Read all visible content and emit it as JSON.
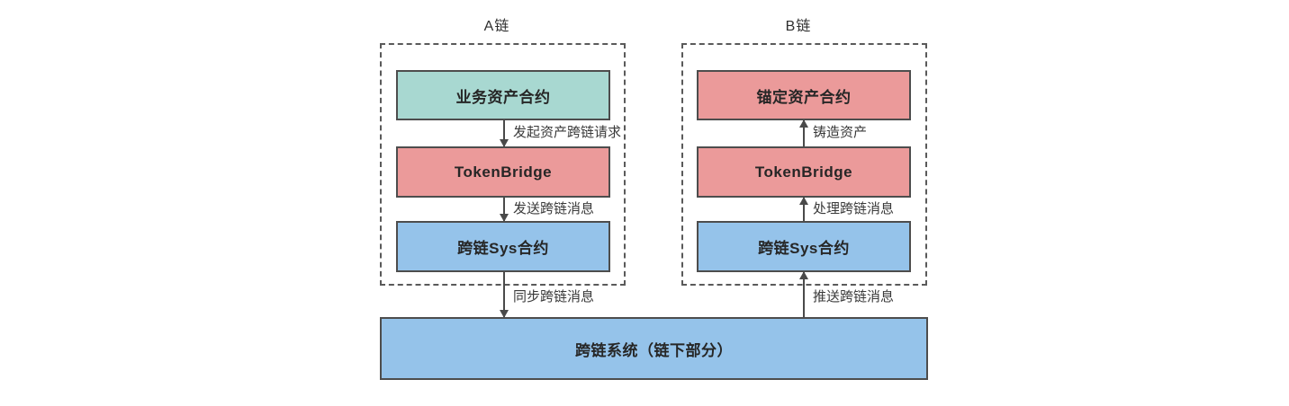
{
  "diagram": {
    "chain_a": {
      "title": "A链",
      "nodes": [
        {
          "id": "business-asset-contract",
          "label": "业务资产合约",
          "fill": "#a8d8d1"
        },
        {
          "id": "token-bridge",
          "label": "TokenBridge",
          "fill": "#eb9a9a"
        },
        {
          "id": "crosschain-sys-contract",
          "label": "跨链Sys合约",
          "fill": "#95c3ea"
        }
      ],
      "arrow_labels": [
        "发起资产跨链请求",
        "发送跨链消息",
        "同步跨链消息"
      ]
    },
    "chain_b": {
      "title": "B链",
      "nodes": [
        {
          "id": "anchored-asset-contract",
          "label": "锚定资产合约",
          "fill": "#eb9a9a"
        },
        {
          "id": "token-bridge",
          "label": "TokenBridge",
          "fill": "#eb9a9a"
        },
        {
          "id": "crosschain-sys-contract",
          "label": "跨链Sys合约",
          "fill": "#95c3ea"
        }
      ],
      "arrow_labels": [
        "铸造资产",
        "处理跨链消息",
        "推送跨链消息"
      ]
    },
    "offchain": {
      "label": "跨链系统（链下部分）",
      "fill": "#95c3ea"
    },
    "colors": {
      "teal_fill": "#a8d8d1",
      "pink_fill": "#eb9a9a",
      "blue_fill": "#95c3ea",
      "node_border": "#4d4d4d",
      "dashed_border": "#5a5a5a",
      "arrow": "#4a4a4a",
      "node_text": "#262626",
      "edge_label_text": "#3a3a3a"
    }
  }
}
